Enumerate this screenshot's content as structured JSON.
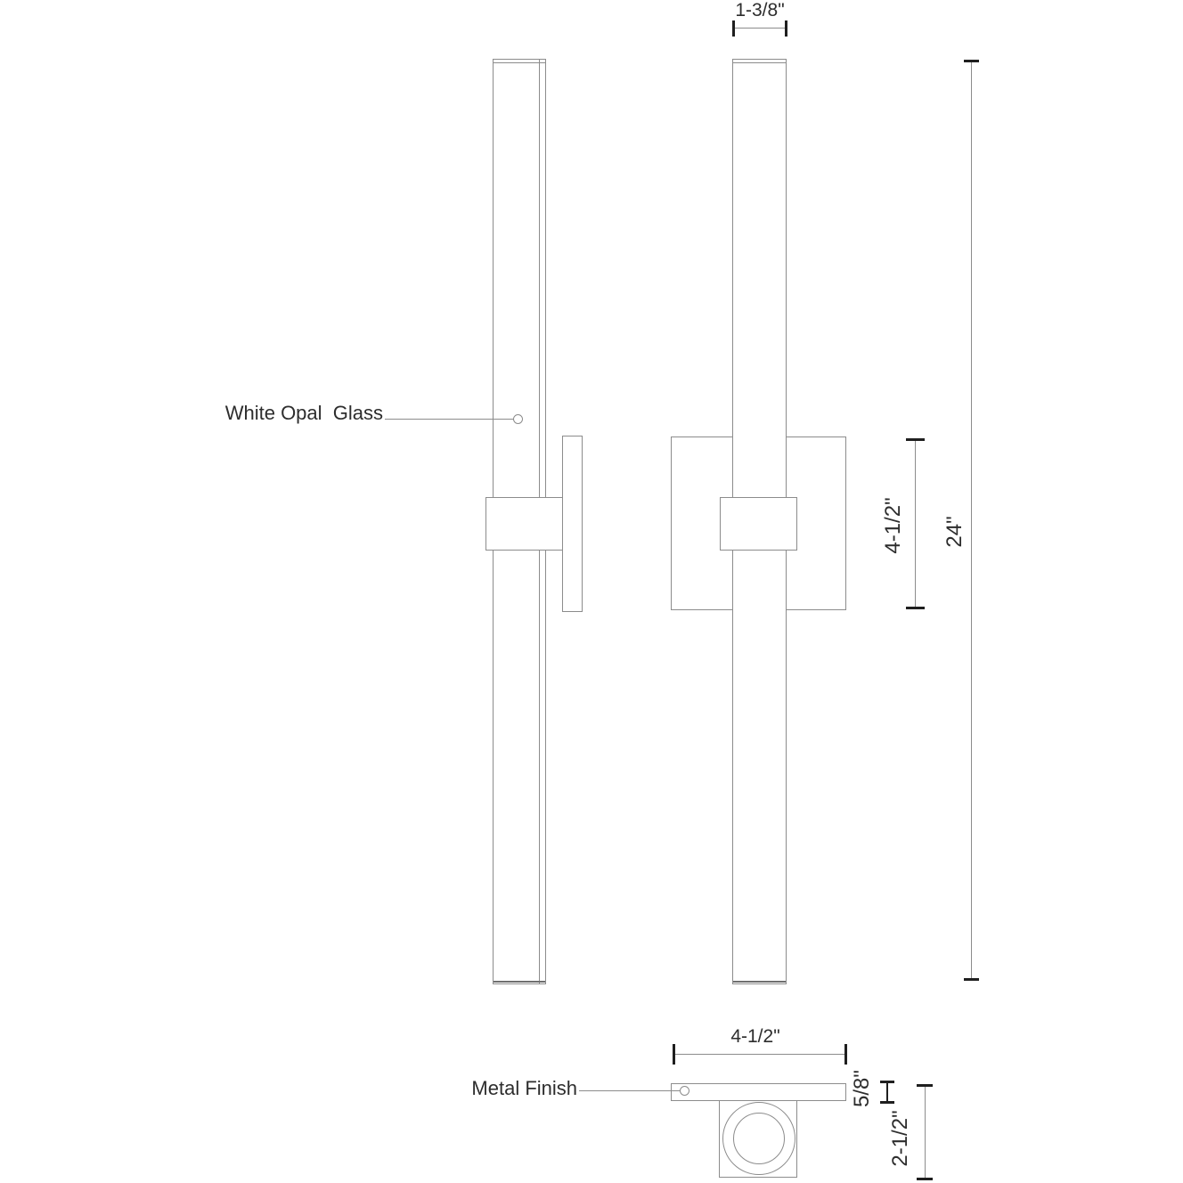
{
  "drawing": {
    "labels": {
      "white_opal_glass": "White Opal  Glass",
      "metal_finish": "Metal Finish"
    },
    "dimensions": {
      "tube_width": "1-3/8\"",
      "backplate_height": "4-1/2\"",
      "overall_height": "24\"",
      "backplate_width": "4-1/2\"",
      "plate_thickness": "5/8\"",
      "overall_depth": "2-1/2\""
    },
    "colors": {
      "background": "#ffffff",
      "outline": "#8c8c8c",
      "dimension_tick": "#1f1f1f",
      "text": "#2d2d2d"
    }
  }
}
